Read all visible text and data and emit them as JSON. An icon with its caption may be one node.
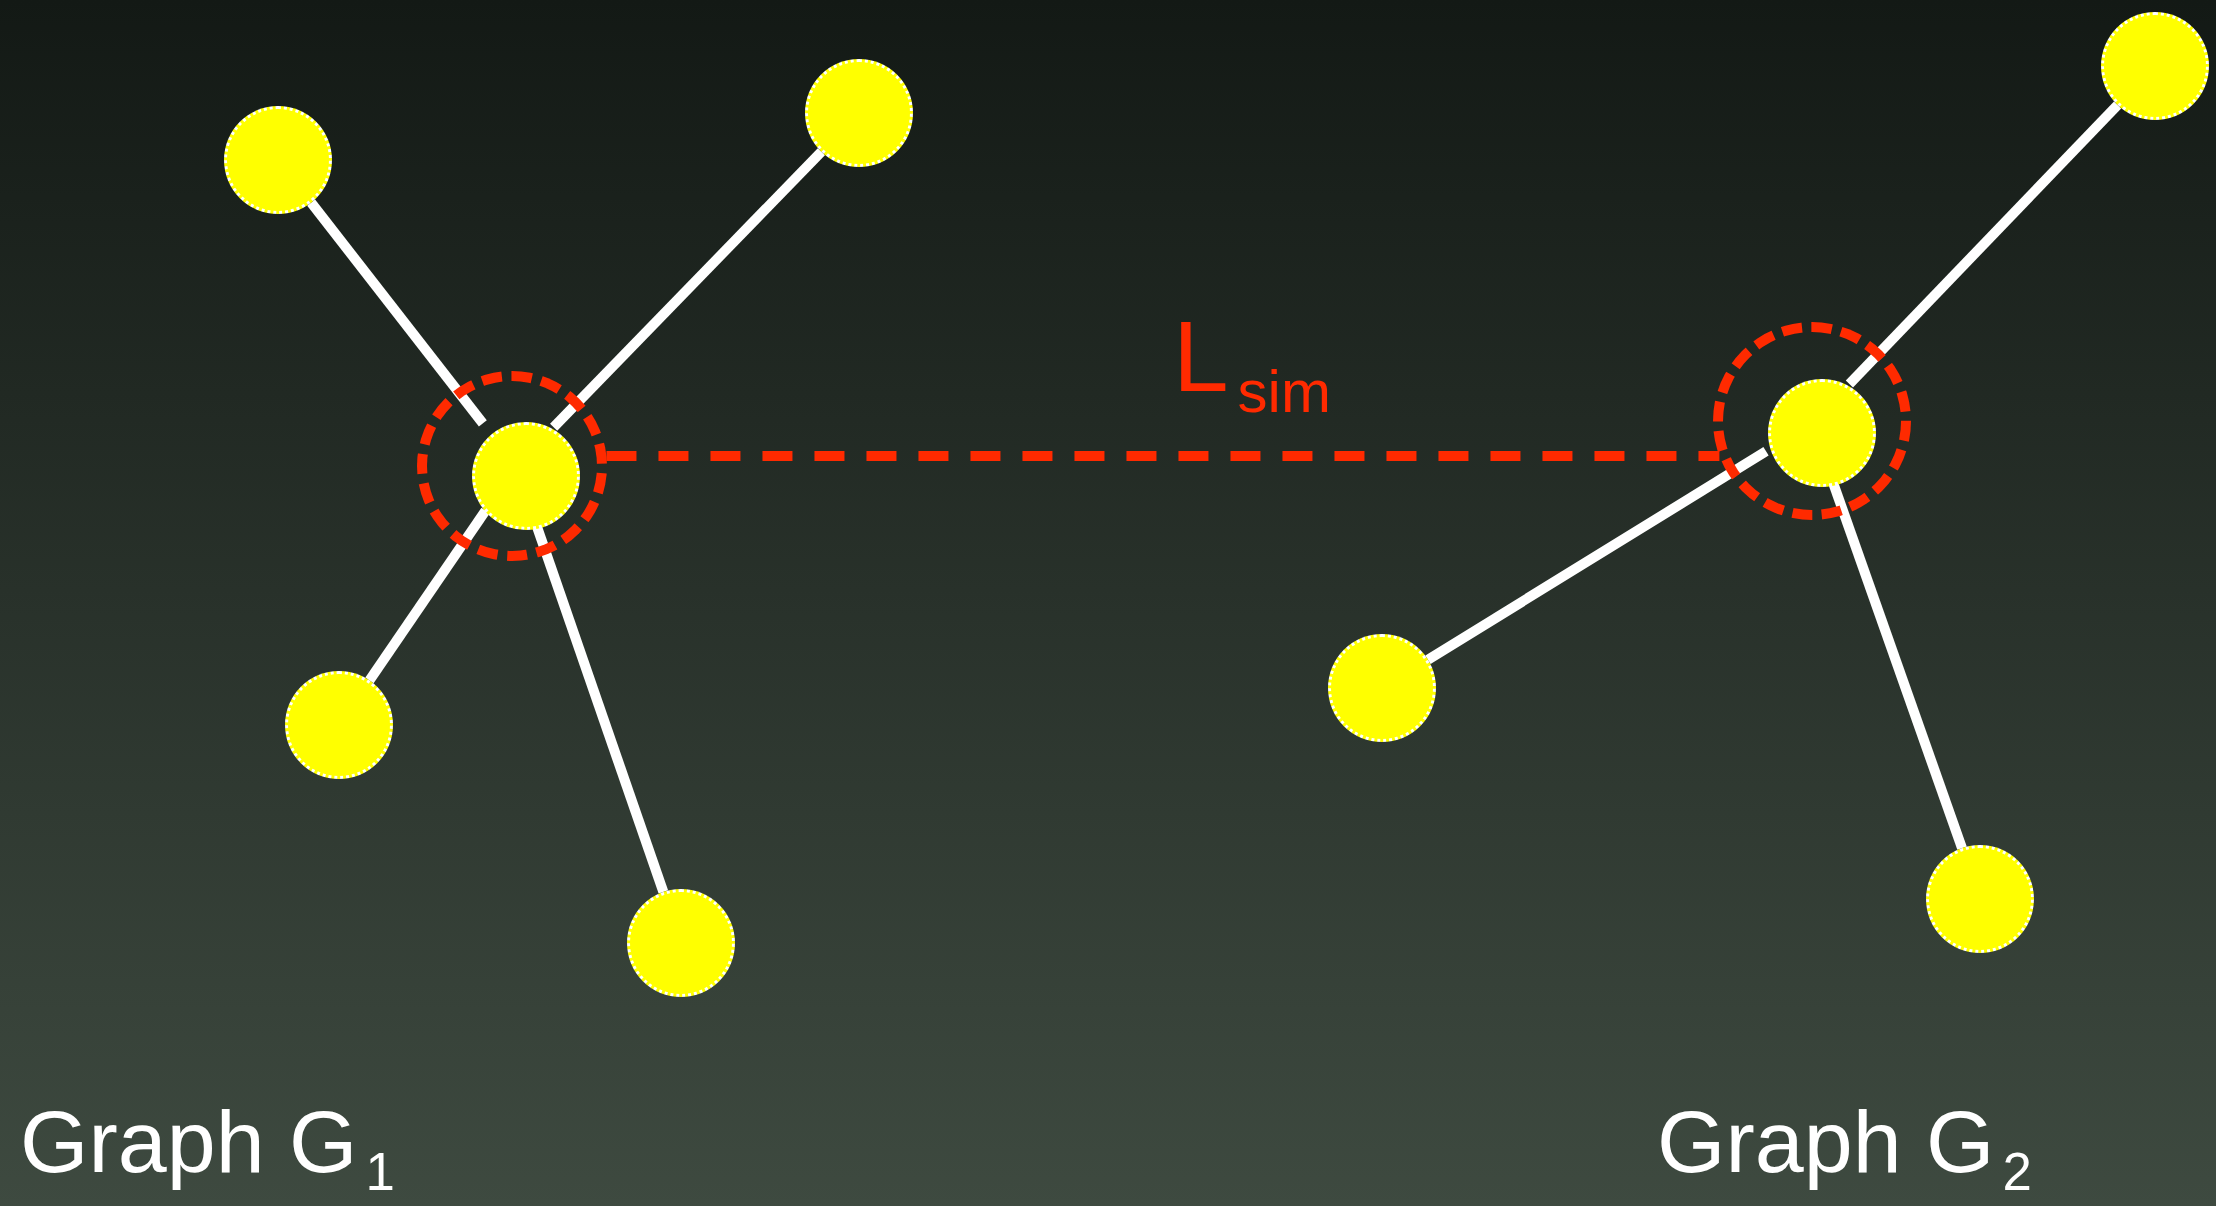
{
  "diagram": {
    "nodes": [
      {
        "text": [],
        "shape": "circle"
      },
      {
        "text": [],
        "shape": "circle"
      },
      {
        "text": [],
        "shape": "circle"
      },
      {
        "text": [],
        "shape": "circle",
        "in": 2
      },
      {
        "text": [],
        "shape": "circle"
      },
      {
        "text": [],
        "shape": "circle"
      },
      {
        "text": [],
        "shape": "circle"
      },
      {
        "text": [],
        "shape": "circle"
      },
      {
        "text": [],
        "shape": "circle",
        "in": 7
      },
      {
        "text": [],
        "shape": "circle"
      },
      {
        "text": [],
        "shape": "circle"
      }
    ],
    "edges": [
      {
        "from": 3,
        "to": 0,
        "arrow": "none"
      },
      {
        "from": 3,
        "to": 1,
        "arrow": "none"
      },
      {
        "from": 3,
        "to": 4,
        "arrow": "none"
      },
      {
        "from": 3,
        "to": 5,
        "arrow": "none"
      },
      {
        "from": 8,
        "to": 6,
        "arrow": "none"
      },
      {
        "from": 8,
        "to": 9,
        "arrow": "none"
      },
      {
        "from": 8,
        "to": 10,
        "arrow": "none"
      },
      {
        "from": 2,
        "to": 7,
        "arrow": "none",
        "label": "L$_{sim}$",
        "style": "dashed",
        "color": "#ff2a00"
      }
    ],
    "labels": [
      "Graph G$_{1}$",
      "Graph G$_{2}$"
    ]
  }
}
